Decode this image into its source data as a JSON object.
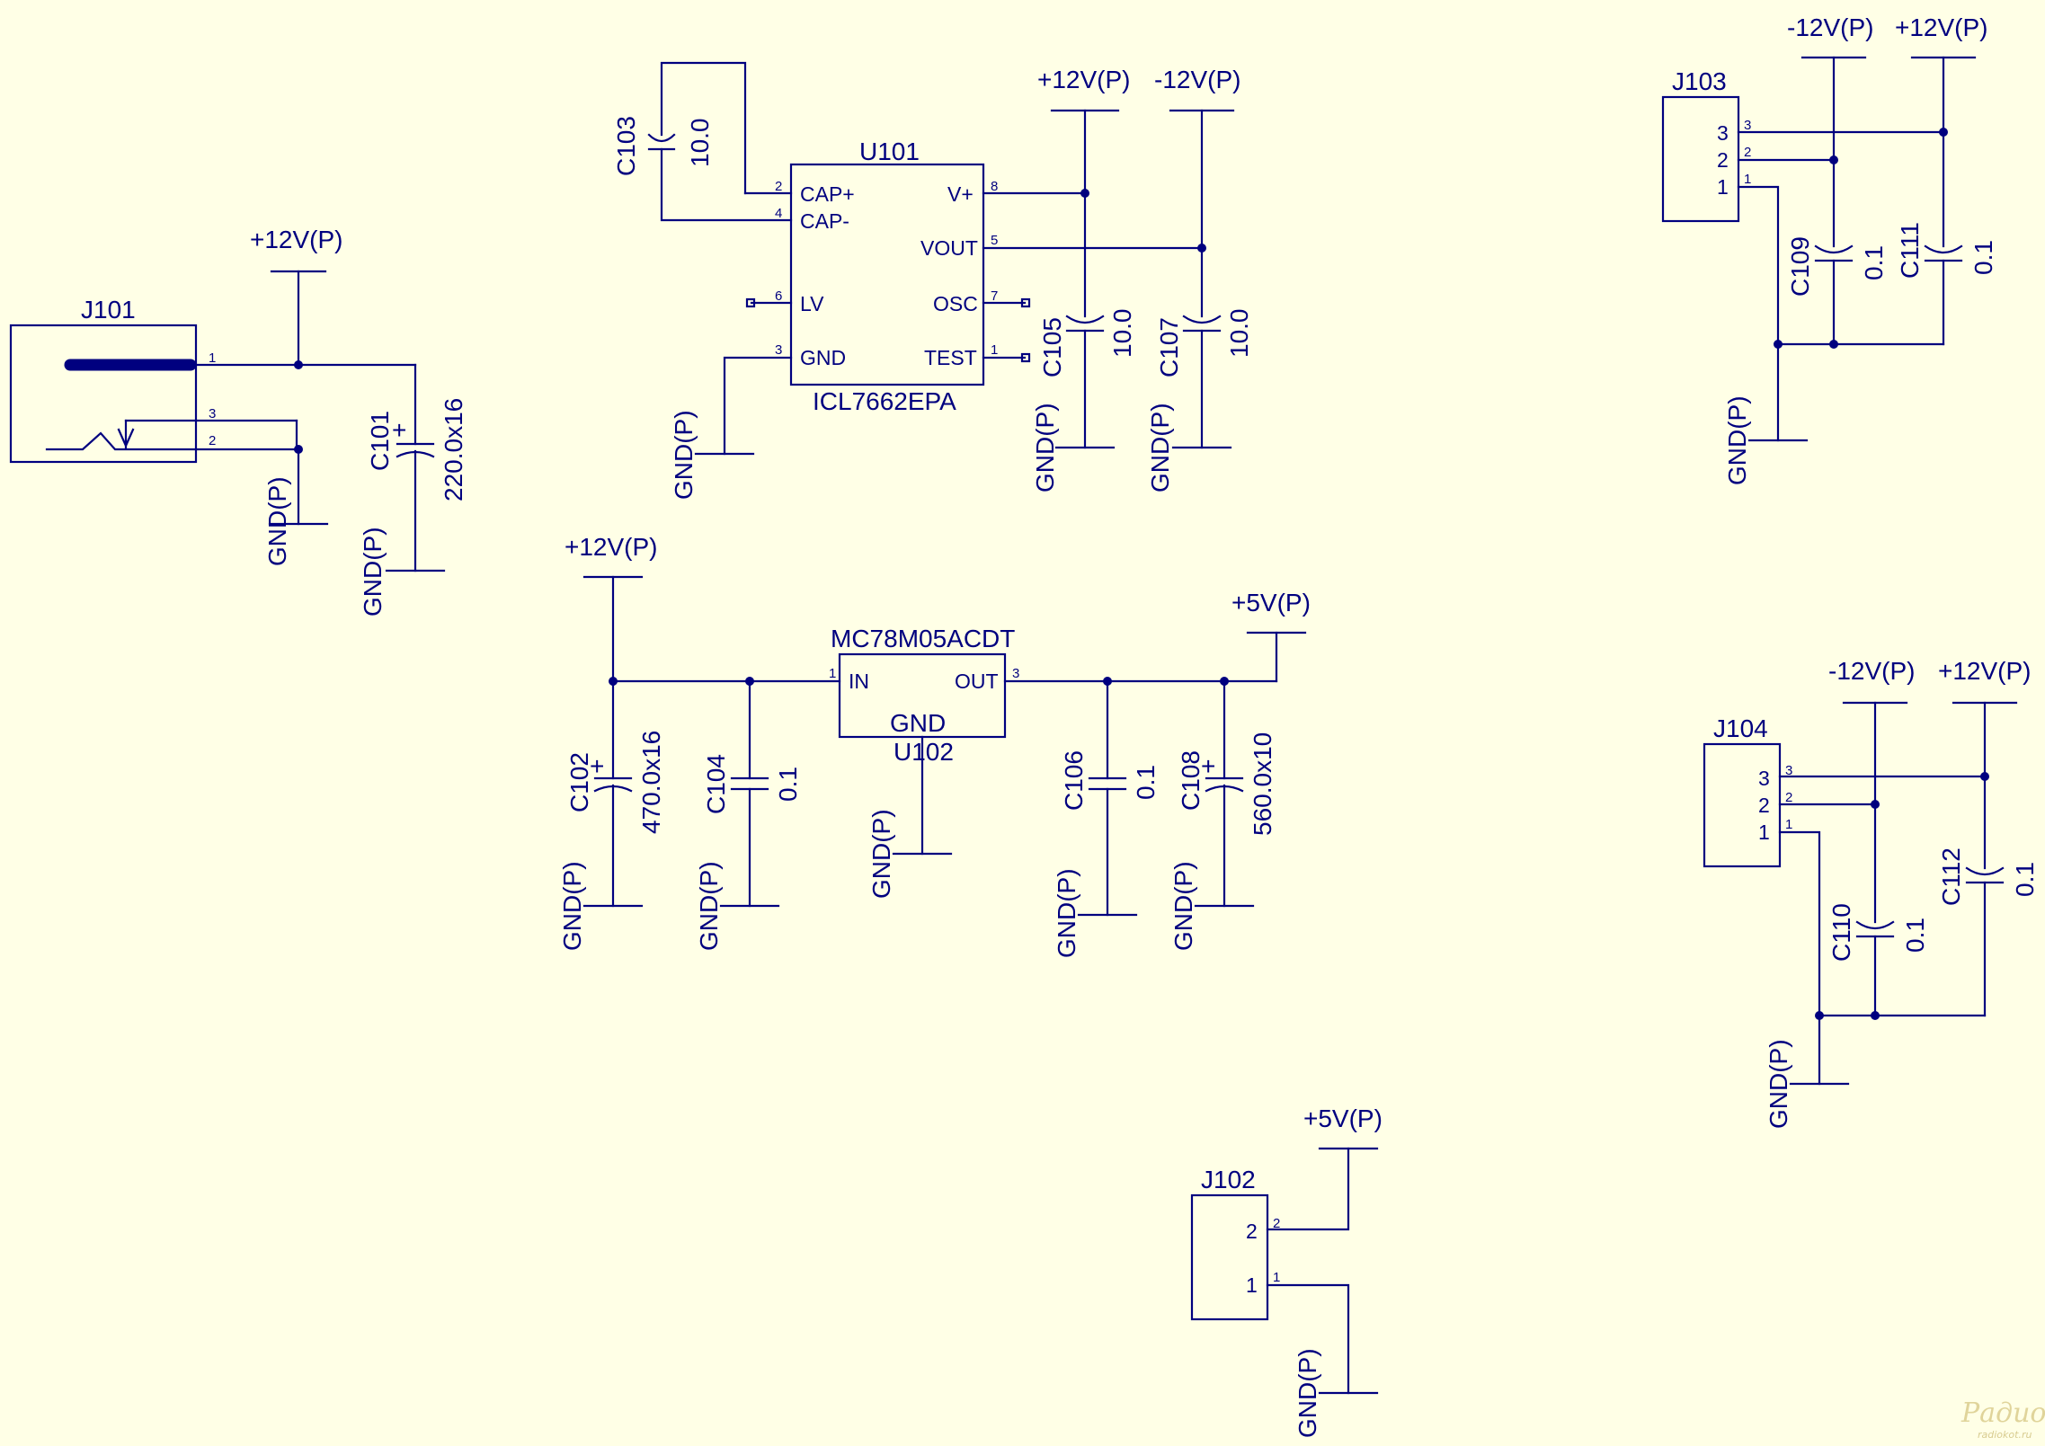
{
  "diagram": {
    "watermark": {
      "main": "Радио КОТ",
      "sub": "radiokot.ru"
    },
    "nets": {
      "p12": "+12V(P)",
      "m12": "-12V(P)",
      "p5": "+5V(P)",
      "gnd": "GND(P)"
    },
    "components": {
      "J101": {
        "ref": "J101",
        "pins": [
          "1",
          "3",
          "2"
        ]
      },
      "C101": {
        "ref": "C101",
        "value": "220.0x16",
        "polarity": "+"
      },
      "C103": {
        "ref": "C103",
        "value": "10.0"
      },
      "U101": {
        "ref": "U101",
        "part": "ICL7662EPA",
        "pins_left": [
          {
            "num": "2",
            "name": "CAP+"
          },
          {
            "num": "4",
            "name": "CAP-"
          },
          {
            "num": "6",
            "name": "LV"
          },
          {
            "num": "3",
            "name": "GND"
          }
        ],
        "pins_right": [
          {
            "num": "8",
            "name": "V+"
          },
          {
            "num": "5",
            "name": "VOUT"
          },
          {
            "num": "7",
            "name": "OSC"
          },
          {
            "num": "1",
            "name": "TEST"
          }
        ]
      },
      "C105": {
        "ref": "C105",
        "value": "10.0"
      },
      "C107": {
        "ref": "C107",
        "value": "10.0"
      },
      "J103": {
        "ref": "J103",
        "pins": [
          "3",
          "2",
          "1"
        ]
      },
      "C109": {
        "ref": "C109",
        "value": "0.1"
      },
      "C111": {
        "ref": "C111",
        "value": "0.1"
      },
      "U102": {
        "ref": "U102",
        "part": "MC78M05ACDT",
        "pin_in": {
          "num": "1",
          "name": "IN"
        },
        "pin_out": {
          "num": "3",
          "name": "OUT"
        },
        "pin_gnd": {
          "name": "GND"
        }
      },
      "C102": {
        "ref": "C102",
        "value": "470.0x16",
        "polarity": "+"
      },
      "C104": {
        "ref": "C104",
        "value": "0.1"
      },
      "C106": {
        "ref": "C106",
        "value": "0.1"
      },
      "C108": {
        "ref": "C108",
        "value": "560.0x10",
        "polarity": "+"
      },
      "J104": {
        "ref": "J104",
        "pins": [
          "3",
          "2",
          "1"
        ]
      },
      "C110": {
        "ref": "C110",
        "value": "0.1"
      },
      "C112": {
        "ref": "C112",
        "value": "0.1"
      },
      "J102": {
        "ref": "J102",
        "pins": [
          "2",
          "1"
        ]
      }
    }
  }
}
